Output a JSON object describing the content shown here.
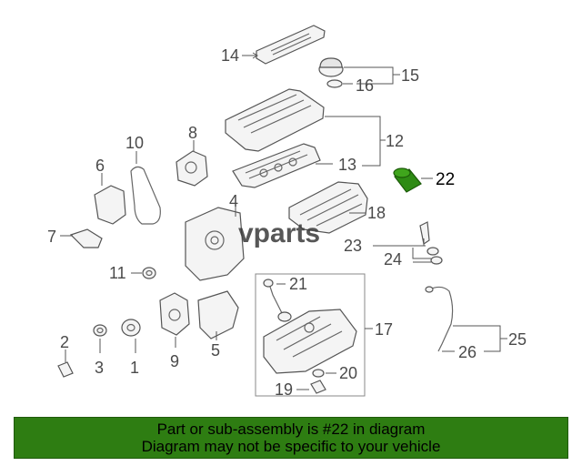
{
  "diagram": {
    "callouts": {
      "c1": "1",
      "c2": "2",
      "c3": "3",
      "c4": "4",
      "c5": "5",
      "c6": "6",
      "c7": "7",
      "c8": "8",
      "c9": "9",
      "c10": "10",
      "c11": "11",
      "c12": "12",
      "c13": "13",
      "c14": "14",
      "c15": "15",
      "c16": "16",
      "c17": "17",
      "c18": "18",
      "c19": "19",
      "c20": "20",
      "c21": "21",
      "c22": "22",
      "c23": "23",
      "c24": "24",
      "c25": "25",
      "c26": "26"
    },
    "highlighted_part": "22",
    "highlight_color": "#2e8b14",
    "watermark": "vparts"
  },
  "banner": {
    "line1": "Part or sub-assembly is #22 in diagram",
    "line2": "Diagram may not be specific to your vehicle",
    "background": "#2e7d12"
  }
}
